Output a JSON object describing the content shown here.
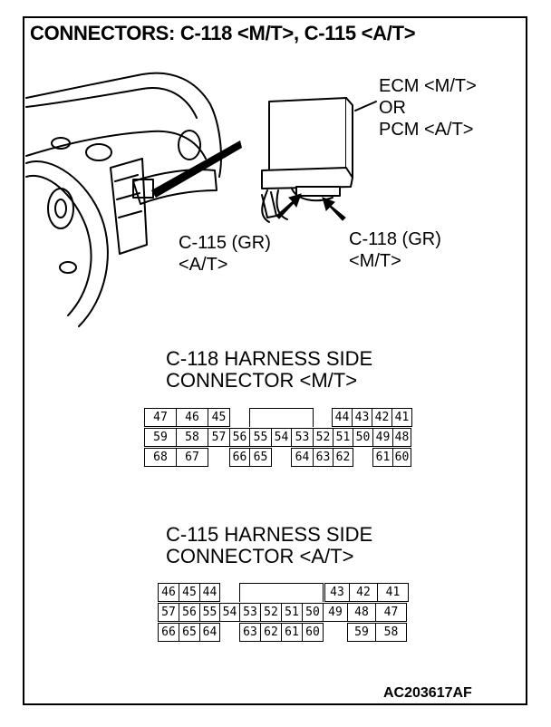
{
  "title": "CONNECTORS: C-118 <M/T>, C-115 <A/T>",
  "ecm_label": "ECM <M/T>\nOR\nPCM <A/T>",
  "c115_callout": "C-115 (GR)\n<A/T>",
  "c118_callout": "C-118 (GR)\n<M/T>",
  "c118": {
    "heading": "C-118 HARNESS SIDE\nCONNECTOR <M/T>",
    "rows": [
      [
        "47",
        "46",
        "45",
        "",
        "",
        "",
        "",
        "44",
        "43",
        "42",
        "41"
      ],
      [
        "59",
        "58",
        "57",
        "56",
        "55",
        "54",
        "53",
        "52",
        "51",
        "50",
        "49",
        "48"
      ],
      [
        "68",
        "67",
        "",
        "66",
        "65",
        "",
        "64",
        "63",
        "62",
        "",
        "61",
        "60"
      ]
    ]
  },
  "c115": {
    "heading": "C-115 HARNESS SIDE\nCONNECTOR <A/T>",
    "rows": [
      [
        "46",
        "45",
        "44",
        "",
        "",
        "",
        "",
        "43",
        "42",
        "41"
      ],
      [
        "57",
        "56",
        "55",
        "54",
        "53",
        "52",
        "51",
        "50",
        "49",
        "48",
        "47"
      ],
      [
        "66",
        "65",
        "64",
        "",
        "63",
        "62",
        "61",
        "60",
        "",
        "59",
        "58"
      ]
    ]
  },
  "figure_code": "AC203617AF"
}
